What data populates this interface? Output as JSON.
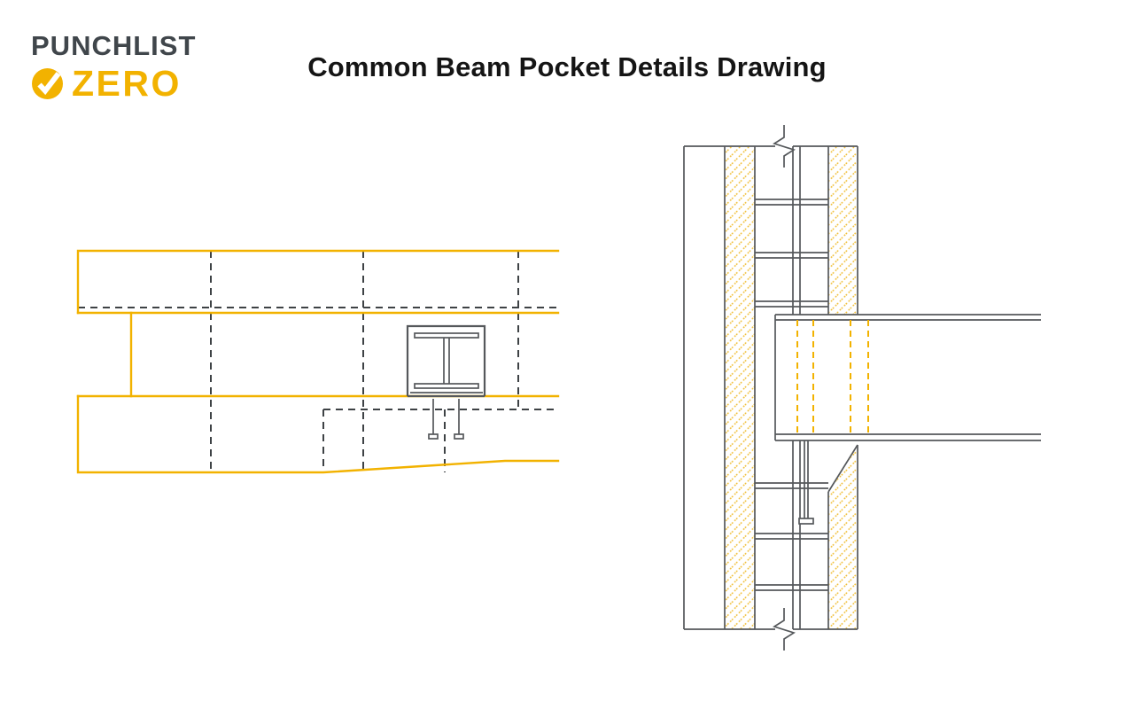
{
  "page": {
    "title": "Common Beam Pocket Details Drawing",
    "background": "#FFFFFF"
  },
  "logo": {
    "word_top": "PUNCHLIST",
    "word_bottom": "ZERO",
    "icon": "check-circle-icon"
  },
  "colors": {
    "brand_yellow": "#F2B200",
    "hatch_yellow": "#F0BC2E",
    "line_gray": "#55585B",
    "dash_gray": "#3E4245",
    "logo_gray": "#40464B",
    "title_black": "#151515",
    "background": "#FFFFFF"
  },
  "views": [
    {
      "id": "plan-detail",
      "name": "beam-pocket-plan-view"
    },
    {
      "id": "section-detail",
      "name": "beam-pocket-wall-section-view"
    }
  ]
}
